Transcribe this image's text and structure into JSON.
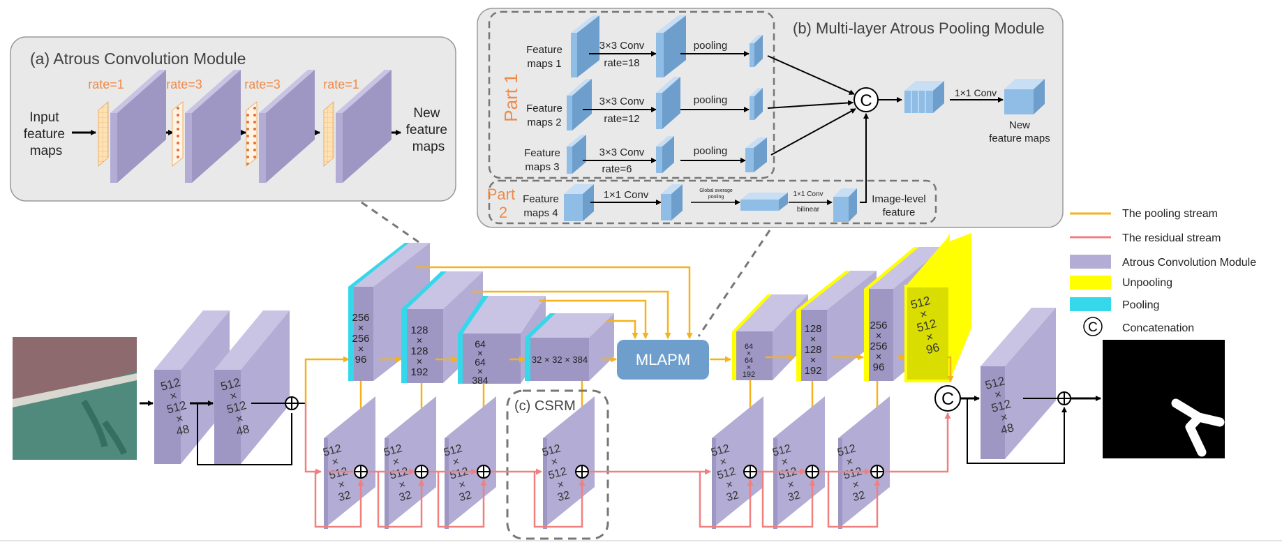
{
  "colors": {
    "pooling_stream": "#f5b21b",
    "residual_stream": "#f08080",
    "module": "#b3acd4",
    "unpooling": "#ffff00",
    "pooling": "#34d8ea",
    "blue_block": "#8fbde6",
    "label_orange": "#ee8a4a",
    "panel_bg": "#e9e9e9"
  },
  "panel_a": {
    "title": "(a) Atrous Convolution Module",
    "input_label": [
      "Input",
      "feature",
      "maps"
    ],
    "output_label": [
      "New",
      "feature",
      "maps"
    ],
    "rates": [
      "rate=1",
      "rate=3",
      "rate=3",
      "rate=1"
    ]
  },
  "panel_b": {
    "title": "(b) Multi-layer Atrous Pooling Module",
    "part1": "Part 1",
    "part2": [
      "Part",
      "2"
    ],
    "rows": [
      {
        "input": [
          "Feature",
          "maps 1"
        ],
        "conv": "3×3 Conv",
        "rate": "rate=18",
        "op": "pooling"
      },
      {
        "input": [
          "Feature",
          "maps 2"
        ],
        "conv": "3×3 Conv",
        "rate": "rate=12",
        "op": "pooling"
      },
      {
        "input": [
          "Feature",
          "maps 3"
        ],
        "conv": "3×3 Conv",
        "rate": "rate=6",
        "op": "pooling"
      }
    ],
    "row4": {
      "input": [
        "Feature",
        "maps 4"
      ],
      "conv": "1×1 Conv",
      "gap": [
        "Global average",
        "pooling"
      ],
      "conv2": "1×1 Conv",
      "bilinear": "bilinear",
      "out": [
        "Image-level",
        "feature"
      ]
    },
    "concat_symbol": "C",
    "final_conv": "1×1 Conv",
    "output": [
      "New",
      "feature maps"
    ]
  },
  "panel_c": {
    "title": "(c) CSRM"
  },
  "mlapm_label": "MLAPM",
  "legend": [
    {
      "type": "line",
      "color": "#f5b21b",
      "label": "The pooling stream"
    },
    {
      "type": "line",
      "color": "#f08080",
      "label": "The residual stream"
    },
    {
      "type": "box",
      "color": "#b3acd4",
      "label": "Atrous Convolution Module"
    },
    {
      "type": "box",
      "color": "#ffff00",
      "label": "Unpooling"
    },
    {
      "type": "box",
      "color": "#34d8ea",
      "label": "Pooling"
    },
    {
      "type": "circle",
      "symbol": "C",
      "label": "Concatenation"
    }
  ],
  "dims": {
    "in1": [
      "512",
      "×",
      "512",
      "×",
      "48"
    ],
    "in2": [
      "512",
      "×",
      "512",
      "×",
      "48"
    ],
    "e1": [
      "256",
      "×",
      "256",
      "×",
      "96"
    ],
    "e2": [
      "128",
      "×",
      "128",
      "×",
      "192"
    ],
    "e3": [
      "64",
      "×",
      "64",
      "×",
      "384"
    ],
    "e4": "32 × 32 × 384",
    "d1": [
      "64",
      "×",
      "64",
      "×",
      "192"
    ],
    "d2": [
      "128",
      "×",
      "128",
      "×",
      "192"
    ],
    "d3": [
      "256",
      "×",
      "256",
      "×",
      "96"
    ],
    "d4": [
      "512",
      "×",
      "512",
      "×",
      "96"
    ],
    "res": [
      "512",
      "×",
      "512",
      "×",
      "32"
    ],
    "out": [
      "512",
      "×",
      "512",
      "×",
      "48"
    ]
  }
}
